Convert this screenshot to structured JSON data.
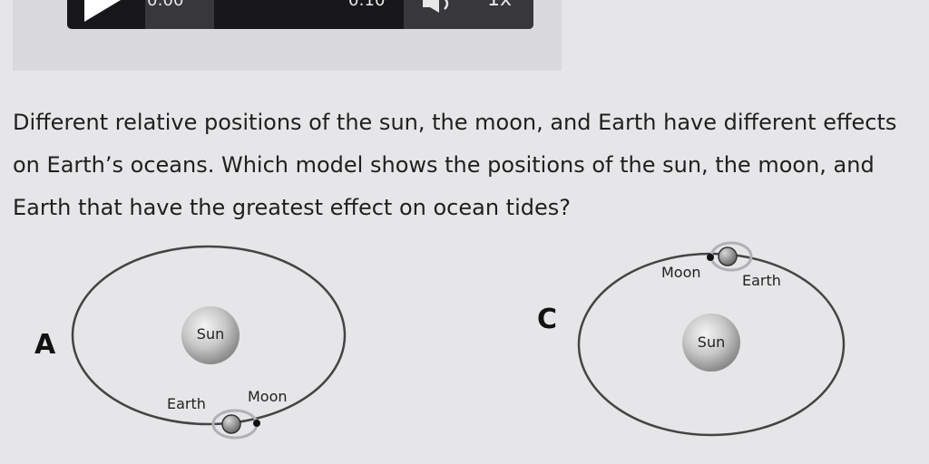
{
  "video_player": {
    "current_time": "0:00",
    "total_time": "0:10",
    "speed": "1x",
    "icons": [
      "play-icon",
      "volume-icon"
    ]
  },
  "question": {
    "text": "Different relative positions of the sun, the moon, and Earth have different effects on Earth’s oceans. Which model shows the positions of the sun, the moon, and Earth that have the greatest effect on ocean tides?"
  },
  "models": {
    "a": {
      "letter": "A",
      "sun_label": "Sun",
      "earth_label": "Earth",
      "moon_label": "Moon"
    },
    "c": {
      "letter": "C",
      "sun_label": "Sun",
      "moon_label": "Moon",
      "earth_label": "Earth"
    }
  }
}
